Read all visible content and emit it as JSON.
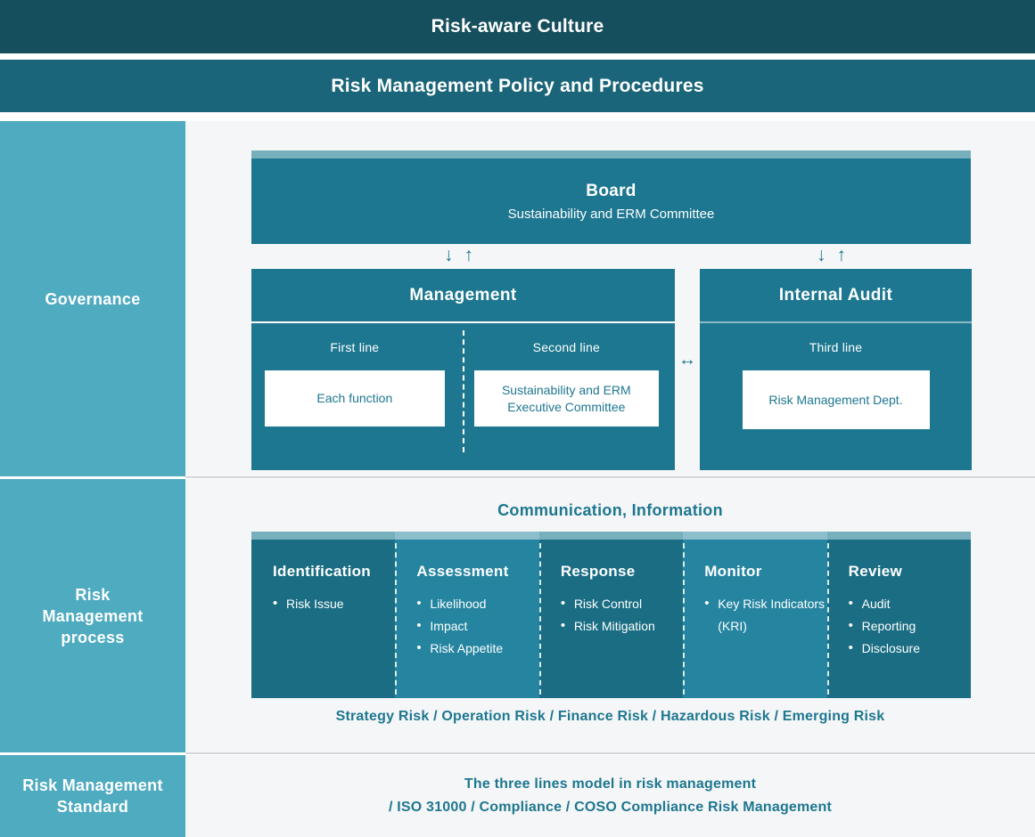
{
  "banners": {
    "culture": "Risk-aware Culture",
    "policy": "Risk Management Policy and Procedures"
  },
  "sidebar": {
    "governance": "Governance",
    "process": "Risk\nManagement\nprocess",
    "process_line1": "Risk",
    "process_line2": "Management",
    "process_line3": "process",
    "standard_line1": "Risk Management",
    "standard_line2": "Standard"
  },
  "governance": {
    "board": {
      "title": "Board",
      "subtitle": "Sustainability and ERM Committee"
    },
    "arrow_down": "↓",
    "arrow_up": "↑",
    "arrow_horizontal": "↔",
    "management": {
      "title": "Management",
      "first_line_label": "First line",
      "first_line_card": "Each function",
      "second_line_label": "Second line",
      "second_line_card_l1": "Sustainability and ERM",
      "second_line_card_l2": "Executive Committee"
    },
    "internal_audit": {
      "title": "Internal Audit",
      "third_line_label": "Third line",
      "third_line_card": "Risk Management Dept."
    }
  },
  "process": {
    "communication_label": "Communication, Information",
    "columns": [
      {
        "title": "Identification",
        "items": [
          "Risk Issue"
        ]
      },
      {
        "title": "Assessment",
        "items": [
          "Likelihood",
          "Impact",
          "Risk Appetite"
        ]
      },
      {
        "title": "Response",
        "items": [
          "Risk Control",
          "Risk Mitigation"
        ]
      },
      {
        "title": "Monitor",
        "items": [
          "Key Risk Indicators (KRI)"
        ]
      },
      {
        "title": "Review",
        "items": [
          "Audit",
          "Reporting",
          "Disclosure"
        ]
      }
    ],
    "risk_types": "Strategy Risk / Operation Risk / Finance Risk / Hazardous Risk / Emerging Risk"
  },
  "standard": {
    "line1": "The three lines model in risk management",
    "line2": "/ ISO 31000 / Compliance / COSO Compliance Risk Management"
  },
  "colors": {
    "header_dark": "#154e5c",
    "header_mid": "#1a6579",
    "sidebar": "#4fabc0",
    "box_teal": "#1d7790",
    "box_teal_light": "#2585a0",
    "accent_bar": "#78afbd",
    "accent_bar_light": "#8dbecb",
    "panel_bg": "#f5f6f7",
    "divider": "#d4d7d9"
  }
}
